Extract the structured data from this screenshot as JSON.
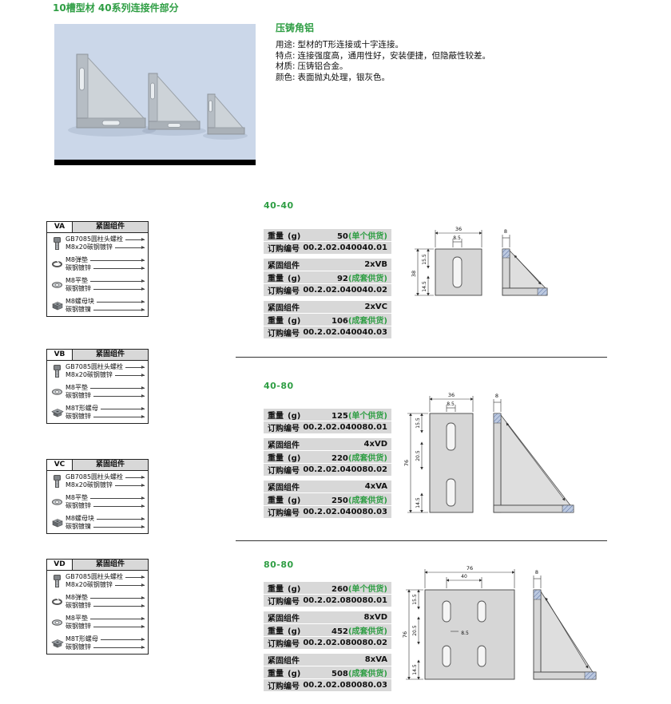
{
  "page": {
    "title": "10槽型材 40系列连接件部分"
  },
  "colors": {
    "accent_green": "#2f9e44",
    "row_gray": "#d8d8d8"
  },
  "product": {
    "name": "压铸角铝",
    "specs": [
      {
        "label": "用途:",
        "value": "型材的T形连接或十字连接。"
      },
      {
        "label": "特点:",
        "value": "连接强度高，通用性好，安装便捷，但隐蔽性较差。"
      },
      {
        "label": "材质:",
        "value": "压铸铝合金。"
      },
      {
        "label": "颜色:",
        "value": "表面抛丸处理，银灰色。"
      }
    ]
  },
  "fastener_boxes": [
    {
      "code": "VA",
      "header": "紧固组件",
      "items": [
        {
          "icon": "bolt-icon",
          "line1": "GB7085圆柱头螺栓",
          "line2": "M8x20碳钢镀锌"
        },
        {
          "icon": "spring-washer-icon",
          "line1": "M8弹垫",
          "line2": "碳钢镀锌"
        },
        {
          "icon": "flat-washer-icon",
          "line1": "M8平垫",
          "line2": "碳钢镀锌"
        },
        {
          "icon": "nut-block-icon",
          "line1": "M8螺母块",
          "line2": "碳钢镀镍"
        }
      ]
    },
    {
      "code": "VB",
      "header": "紧固组件",
      "items": [
        {
          "icon": "bolt-icon",
          "line1": "GB7085圆柱头螺栓",
          "line2": "M8x20碳钢镀锌"
        },
        {
          "icon": "flat-washer-icon",
          "line1": "M8平垫",
          "line2": "碳钢镀锌"
        },
        {
          "icon": "t-nut-icon",
          "line1": "M8T形螺母",
          "line2": "碳钢镀锌"
        }
      ]
    },
    {
      "code": "VC",
      "header": "紧固组件",
      "items": [
        {
          "icon": "bolt-icon",
          "line1": "GB7085圆柱头螺栓",
          "line2": "M8x20碳钢镀锌"
        },
        {
          "icon": "flat-washer-icon",
          "line1": "M8平垫",
          "line2": "碳钢镀锌"
        },
        {
          "icon": "nut-block-icon",
          "line1": "M8螺母块",
          "line2": "碳钢镀镍"
        }
      ]
    },
    {
      "code": "VD",
      "header": "紧固组件",
      "items": [
        {
          "icon": "bolt-icon",
          "line1": "GB7085圆柱头螺栓",
          "line2": "M8x20碳钢镀锌"
        },
        {
          "icon": "spring-washer-icon",
          "line1": "M8弹垫",
          "line2": "碳钢镀锌"
        },
        {
          "icon": "flat-washer-icon",
          "line1": "M8平垫",
          "line2": "碳钢镀锌"
        },
        {
          "icon": "t-nut-icon",
          "line1": "M8T形螺母",
          "line2": "碳钢镀锌"
        }
      ]
    }
  ],
  "sections": [
    {
      "id": "40-40",
      "groups": [
        {
          "rows": [
            {
              "label": "重量",
              "unit": "(g)",
              "value": "50",
              "note": "(单个供货)"
            },
            {
              "label": "订购编号",
              "unit": "",
              "value": "00.2.02.040040.01",
              "note": ""
            }
          ]
        },
        {
          "rows": [
            {
              "label": "紧固组件",
              "unit": "",
              "value": "2xVB",
              "note": ""
            },
            {
              "label": "重量",
              "unit": "(g)",
              "value": "92",
              "note": "(成套供货)"
            },
            {
              "label": "订购编号",
              "unit": "",
              "value": "00.2.02.040040.02",
              "note": ""
            }
          ]
        },
        {
          "rows": [
            {
              "label": "紧固组件",
              "unit": "",
              "value": "2xVC",
              "note": ""
            },
            {
              "label": "重量",
              "unit": "(g)",
              "value": "106",
              "note": "(成套供货)"
            },
            {
              "label": "订购编号",
              "unit": "",
              "value": "00.2.02.040040.03",
              "note": ""
            }
          ]
        }
      ],
      "dims": {
        "front_w": "36",
        "slot": "8.5",
        "side_t": "8",
        "total_h": "38",
        "upper": "15.5",
        "lower": "14.5"
      }
    },
    {
      "id": "40-80",
      "groups": [
        {
          "rows": [
            {
              "label": "重量",
              "unit": "(g)",
              "value": "125",
              "note": "(单个供货)"
            },
            {
              "label": "订购编号",
              "unit": "",
              "value": "00.2.02.040080.01",
              "note": ""
            }
          ]
        },
        {
          "rows": [
            {
              "label": "紧固组件",
              "unit": "",
              "value": "4xVD",
              "note": ""
            },
            {
              "label": "重量",
              "unit": "(g)",
              "value": "220",
              "note": "(成套供货)"
            },
            {
              "label": "订购编号",
              "unit": "",
              "value": "00.2.02.040080.02",
              "note": ""
            }
          ]
        },
        {
          "rows": [
            {
              "label": "紧固组件",
              "unit": "",
              "value": "4xVA",
              "note": ""
            },
            {
              "label": "重量",
              "unit": "(g)",
              "value": "250",
              "note": "(成套供货)"
            },
            {
              "label": "订购编号",
              "unit": "",
              "value": "00.2.02.040080.03",
              "note": ""
            }
          ]
        }
      ],
      "dims": {
        "front_w": "36",
        "slot": "8.5",
        "side_t": "8",
        "total_h": "76",
        "upper": "15.5",
        "mid": "20.5",
        "lower": "14.5"
      }
    },
    {
      "id": "80-80",
      "groups": [
        {
          "rows": [
            {
              "label": "重量",
              "unit": "(g)",
              "value": "260",
              "note": "(单个供货)"
            },
            {
              "label": "订购编号",
              "unit": "",
              "value": "00.2.02.080080.01",
              "note": ""
            }
          ]
        },
        {
          "rows": [
            {
              "label": "紧固组件",
              "unit": "",
              "value": "8xVD",
              "note": ""
            },
            {
              "label": "重量",
              "unit": "(g)",
              "value": "452",
              "note": "(成套供货)"
            },
            {
              "label": "订购编号",
              "unit": "",
              "value": "00.2.02.080080.02",
              "note": ""
            }
          ]
        },
        {
          "rows": [
            {
              "label": "紧固组件",
              "unit": "",
              "value": "8xVA",
              "note": ""
            },
            {
              "label": "重量",
              "unit": "(g)",
              "value": "508",
              "note": "(成套供货)"
            },
            {
              "label": "订购编号",
              "unit": "",
              "value": "00.2.02.080080.03",
              "note": ""
            }
          ]
        }
      ],
      "dims": {
        "front_w": "76",
        "slot_span": "40",
        "slot": "8.5",
        "side_t": "8",
        "total_h": "76",
        "upper": "15.5",
        "mid": "20.5",
        "lower": "14.5"
      }
    }
  ]
}
